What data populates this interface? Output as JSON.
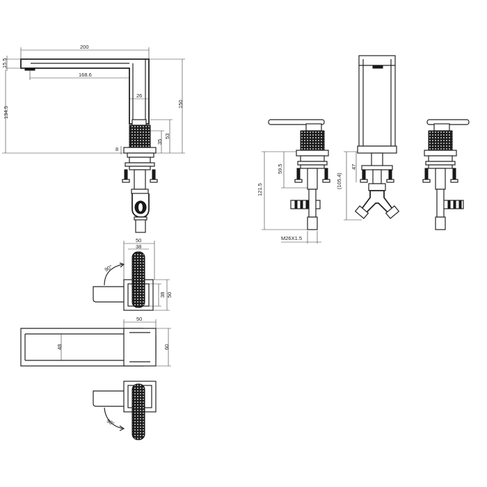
{
  "dimensions": {
    "d200": "200",
    "d15_5": "15.5",
    "d168_6": "168.6",
    "d134_5": "134.5",
    "d150": "150",
    "d26": "26",
    "d53": "53",
    "d35": "35",
    "d8": "8",
    "d59_5": "59.5",
    "d121_5": "121.5",
    "d47": "47",
    "d105_4": "(105.4)",
    "m26": "M26X1.5",
    "t50a": "50",
    "t38a": "38",
    "angle1": "90°",
    "s38": "38",
    "s50": "50",
    "b50": "50",
    "b48": "48",
    "b60": "60",
    "angle2": "90°"
  }
}
